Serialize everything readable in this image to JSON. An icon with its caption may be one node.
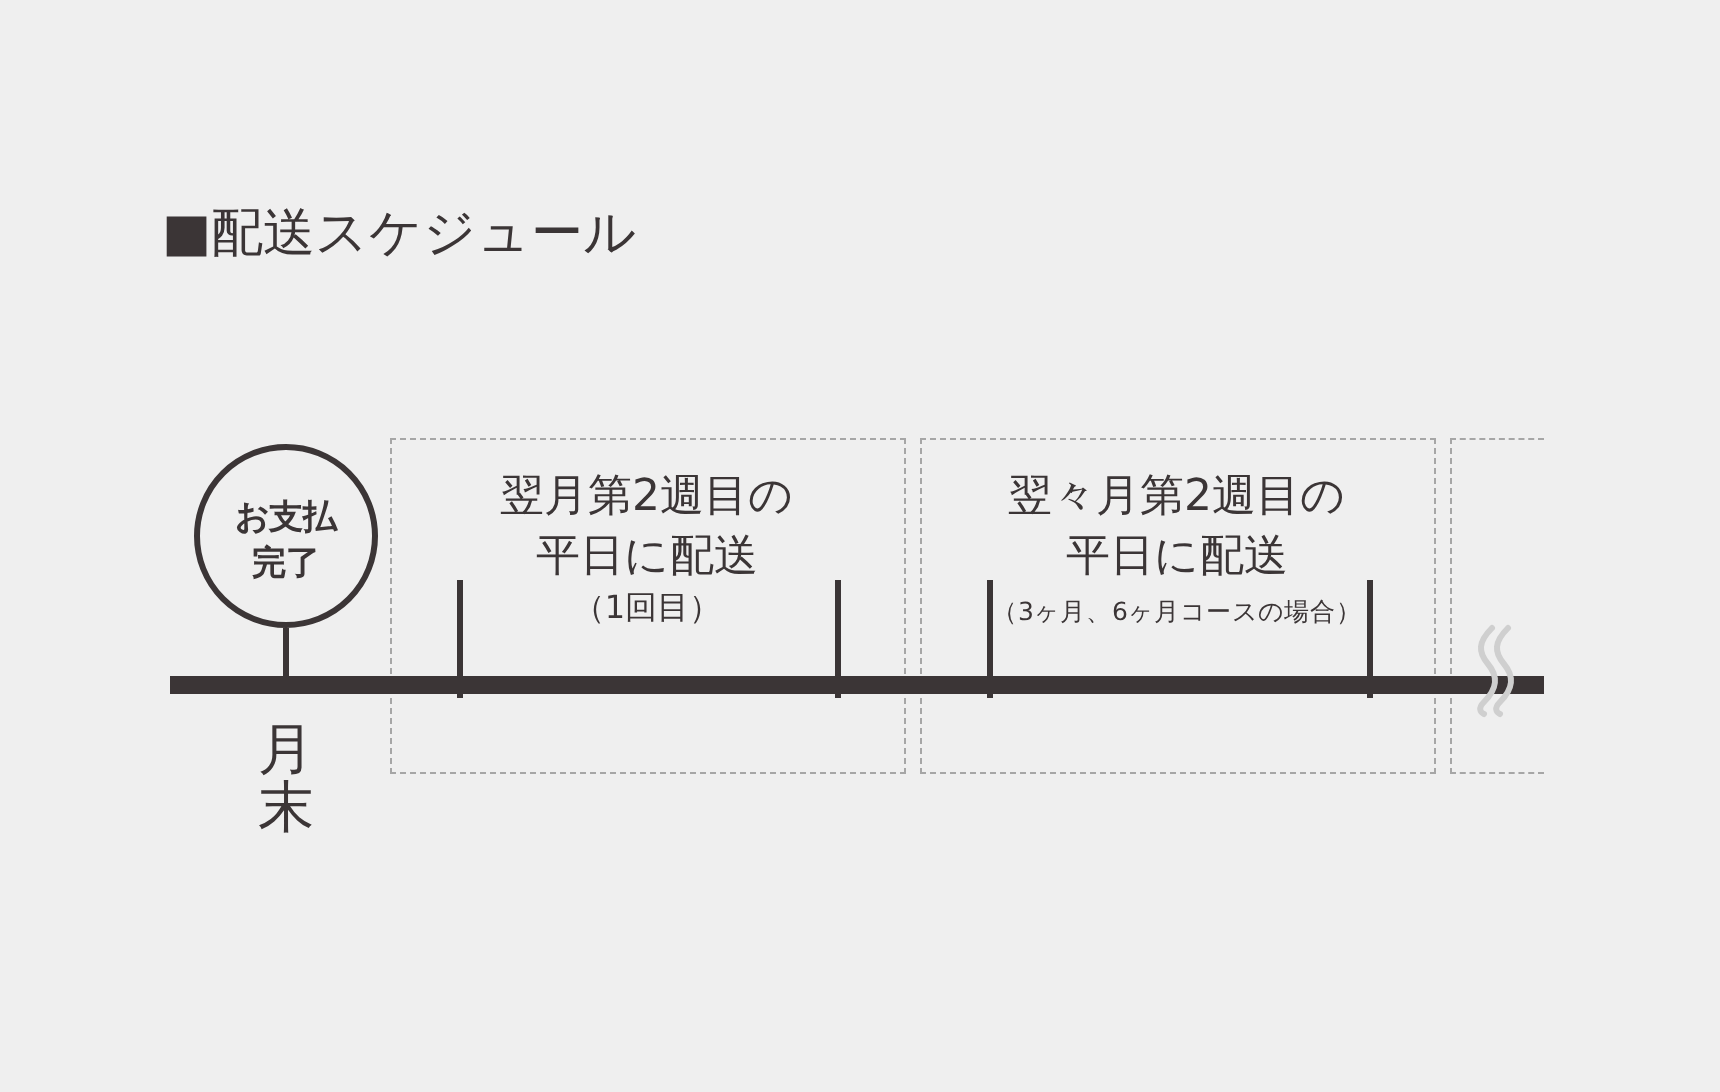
{
  "diagram": {
    "title": "■配送スケジュール",
    "nodes": [
      {
        "text": [
          "お支払完了"
        ]
      },
      {
        "text": [
          "翌月第2週目の平日に配送",
          "（1回目）"
        ]
      },
      {
        "text": [
          "翌々月第2週目の平日に配送",
          "（3ヶ月、6ヶ月コースの場合）"
        ]
      },
      {
        "text": [],
        "shape": "box"
      },
      {
        "text": [],
        "shape": "bar"
      }
    ],
    "edges": [
      {
        "from": 0,
        "to": 4,
        "arrow": "none"
      }
    ],
    "labels": [
      "月末"
    ]
  }
}
